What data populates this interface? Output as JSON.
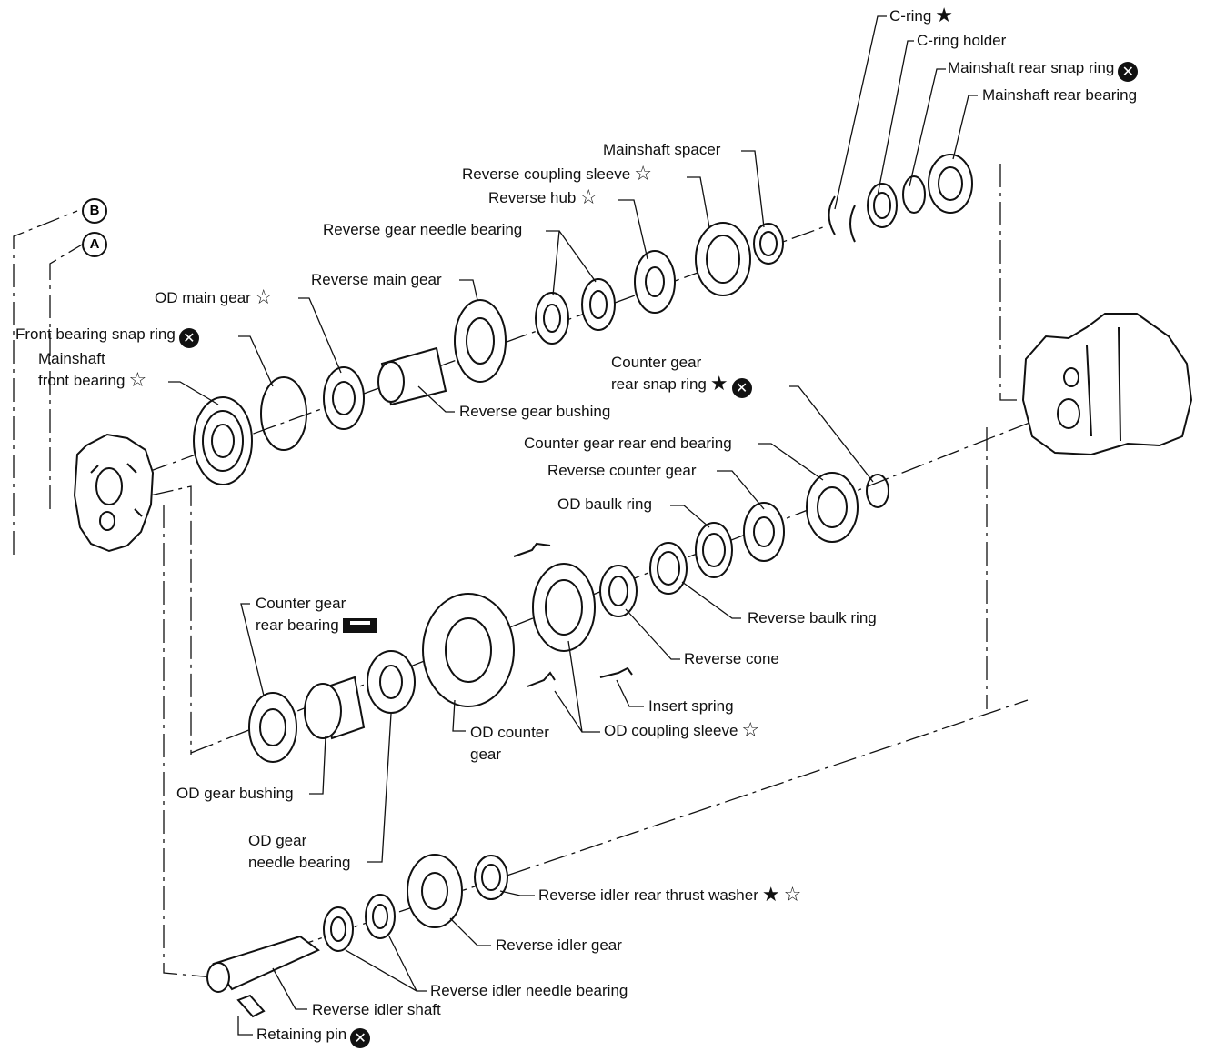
{
  "refs": {
    "a": "A",
    "b": "B"
  },
  "symbols": {
    "black_star": "★",
    "white_star": "☆",
    "x_mark": "✕",
    "note": "black star, white star, crossed circle, service-tool glyph"
  },
  "labels": {
    "c_ring": "C-ring",
    "c_ring_holder": "C-ring holder",
    "mainshaft_rear_snap_ring": "Mainshaft rear snap ring",
    "mainshaft_rear_bearing": "Mainshaft rear bearing",
    "mainshaft_spacer": "Mainshaft spacer",
    "reverse_coupling_sleeve": "Reverse coupling sleeve",
    "reverse_hub": "Reverse hub",
    "reverse_gear_needle_bearing": "Reverse gear needle bearing",
    "reverse_main_gear": "Reverse main gear",
    "od_main_gear": "OD main gear",
    "front_bearing_snap_ring": "Front bearing snap ring",
    "mainshaft_front_bearing_1": "Mainshaft",
    "mainshaft_front_bearing_2": "front bearing",
    "reverse_gear_bushing": "Reverse gear bushing",
    "counter_gear_rear_snap_ring_1": "Counter gear",
    "counter_gear_rear_snap_ring_2": "rear snap ring",
    "counter_gear_rear_end_bearing": "Counter gear rear end bearing",
    "reverse_counter_gear": "Reverse counter gear",
    "od_baulk_ring": "OD baulk ring",
    "reverse_baulk_ring": "Reverse baulk ring",
    "reverse_cone": "Reverse cone",
    "insert_spring": "Insert spring",
    "od_coupling_sleeve": "OD coupling sleeve",
    "od_counter_gear_1": "OD counter",
    "od_counter_gear_2": "gear",
    "counter_gear_rear_bearing_1": "Counter gear",
    "counter_gear_rear_bearing_2": "rear bearing",
    "od_gear_bushing": "OD gear bushing",
    "od_gear_needle_bearing_1": "OD gear",
    "od_gear_needle_bearing_2": "needle bearing",
    "reverse_idler_rear_thrust_washer": "Reverse idler rear thrust washer",
    "reverse_idler_gear": "Reverse idler gear",
    "reverse_idler_needle_bearing": "Reverse idler needle bearing",
    "reverse_idler_shaft": "Reverse idler shaft",
    "retaining_pin": "Retaining pin"
  }
}
